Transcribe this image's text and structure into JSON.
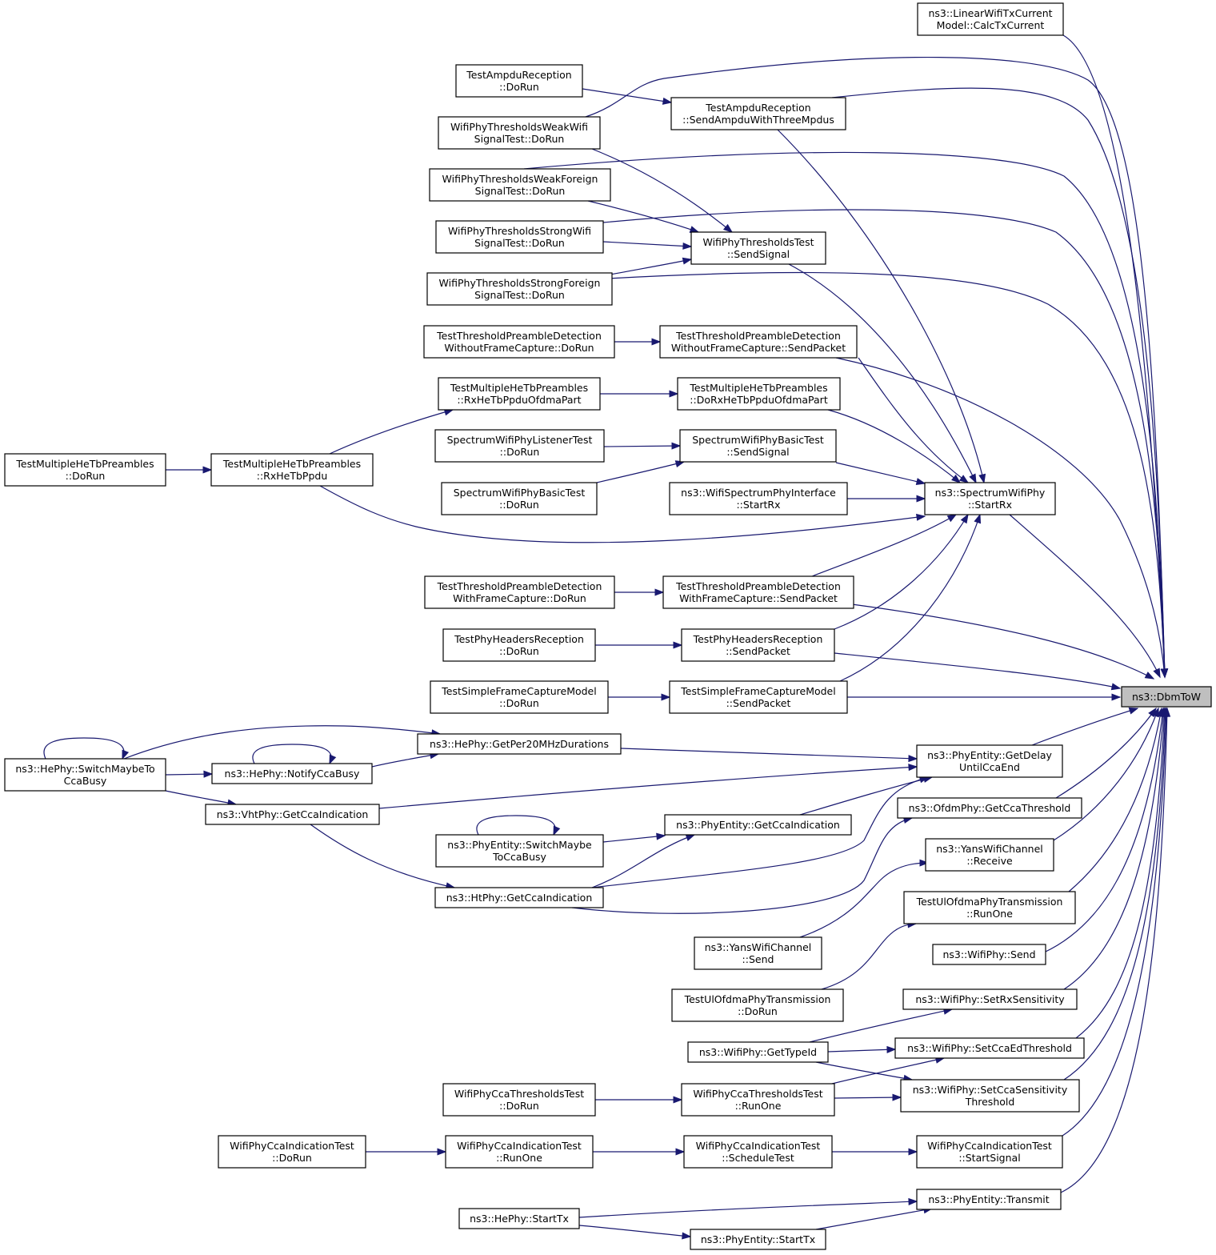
{
  "nodes": {
    "dbmtow": [
      "ns3::DbmToW"
    ],
    "linear": [
      "ns3::LinearWifiTxCurrent",
      "Model::CalcTxCurrent"
    ],
    "ampdu_dorun": [
      "TestAmpduReception",
      "::DoRun"
    ],
    "ampdu_send": [
      "TestAmpduReception",
      "::SendAmpduWithThreeMpdus"
    ],
    "weakwifi": [
      "WifiPhyThresholdsWeakWifi",
      "SignalTest::DoRun"
    ],
    "weakforeign": [
      "WifiPhyThresholdsWeakForeign",
      "SignalTest::DoRun"
    ],
    "strongwifi": [
      "WifiPhyThresholdsStrongWifi",
      "SignalTest::DoRun"
    ],
    "thresh_send": [
      "WifiPhyThresholdsTest",
      "::SendSignal"
    ],
    "strongforeign": [
      "WifiPhyThresholdsStrongForeign",
      "SignalTest::DoRun"
    ],
    "tpd_wo_dorun": [
      "TestThresholdPreambleDetection",
      "WithoutFrameCapture::DoRun"
    ],
    "tpd_wo_send": [
      "TestThresholdPreambleDetection",
      "WithoutFrameCapture::SendPacket"
    ],
    "mhtb_rxofdma": [
      "TestMultipleHeTbPreambles",
      "::RxHeTbPpduOfdmaPart"
    ],
    "mhtb_dorxofdma": [
      "TestMultipleHeTbPreambles",
      "::DoRxHeTbPpduOfdmaPart"
    ],
    "mhtb_dorun": [
      "TestMultipleHeTbPreambles",
      "::DoRun"
    ],
    "mhtb_rxppdu": [
      "TestMultipleHeTbPreambles",
      "::RxHeTbPpdu"
    ],
    "swp_listener": [
      "SpectrumWifiPhyListenerTest",
      "::DoRun"
    ],
    "swp_basic_send": [
      "SpectrumWifiPhyBasicTest",
      "::SendSignal"
    ],
    "swp_basic_dorun": [
      "SpectrumWifiPhyBasicTest",
      "::DoRun"
    ],
    "wspi_startrx": [
      "ns3::WifiSpectrumPhyInterface",
      "::StartRx"
    ],
    "swp_startrx": [
      "ns3::SpectrumWifiPhy",
      "::StartRx"
    ],
    "tpd_w_dorun": [
      "TestThresholdPreambleDetection",
      "WithFrameCapture::DoRun"
    ],
    "tpd_w_send": [
      "TestThresholdPreambleDetection",
      "WithFrameCapture::SendPacket"
    ],
    "phr_dorun": [
      "TestPhyHeadersReception",
      "::DoRun"
    ],
    "phr_send": [
      "TestPhyHeadersReception",
      "::SendPacket"
    ],
    "sfcm_dorun": [
      "TestSimpleFrameCaptureModel",
      "::DoRun"
    ],
    "sfcm_send": [
      "TestSimpleFrameCaptureModel",
      "::SendPacket"
    ],
    "hephy_switch": [
      "ns3::HePhy::SwitchMaybeTo",
      "CcaBusy"
    ],
    "hephy_per20": [
      "ns3::HePhy::GetPer20MHzDurations"
    ],
    "hephy_notify": [
      "ns3::HePhy::NotifyCcaBusy"
    ],
    "phyentity_delay": [
      "ns3::PhyEntity::GetDelay",
      "UntilCcaEnd"
    ],
    "vhtphy_cca": [
      "ns3::VhtPhy::GetCcaIndication"
    ],
    "ofdm_cca": [
      "ns3::OfdmPhy::GetCcaThreshold"
    ],
    "phyentity_cca": [
      "ns3::PhyEntity::GetCcaIndication"
    ],
    "phyentity_switch": [
      "ns3::PhyEntity::SwitchMaybe",
      "ToCcaBusy"
    ],
    "yans_receive": [
      "ns3::YansWifiChannel",
      "::Receive"
    ],
    "htphy_cca": [
      "ns3::HtPhy::GetCcaIndication"
    ],
    "ulofdma_runone": [
      "TestUlOfdmaPhyTransmission",
      "::RunOne"
    ],
    "yans_send": [
      "ns3::YansWifiChannel",
      "::Send"
    ],
    "wifiphy_send": [
      "ns3::WifiPhy::Send"
    ],
    "ulofdma_dorun": [
      "TestUlOfdmaPhyTransmission",
      "::DoRun"
    ],
    "set_rxsens": [
      "ns3::WifiPhy::SetRxSensitivity"
    ],
    "gettypeid": [
      "ns3::WifiPhy::GetTypeId"
    ],
    "set_ccaed": [
      "ns3::WifiPhy::SetCcaEdThreshold"
    ],
    "cca_thr_dorun": [
      "WifiPhyCcaThresholdsTest",
      "::DoRun"
    ],
    "cca_thr_runone": [
      "WifiPhyCcaThresholdsTest",
      "::RunOne"
    ],
    "set_ccasens": [
      "ns3::WifiPhy::SetCcaSensitivity",
      "Threshold"
    ],
    "ccaind_dorun": [
      "WifiPhyCcaIndicationTest",
      "::DoRun"
    ],
    "ccaind_runone": [
      "WifiPhyCcaIndicationTest",
      "::RunOne"
    ],
    "ccaind_sched": [
      "WifiPhyCcaIndicationTest",
      "::ScheduleTest"
    ],
    "ccaind_start": [
      "WifiPhyCcaIndicationTest",
      "::StartSignal"
    ],
    "phyentity_tx": [
      "ns3::PhyEntity::Transmit"
    ],
    "hephy_starttx": [
      "ns3::HePhy::StartTx"
    ],
    "phyentity_starttx": [
      "ns3::PhyEntity::StartTx"
    ]
  },
  "edges": [
    [
      "linear",
      "dbmtow"
    ],
    [
      "weakwifi",
      "dbmtow"
    ],
    [
      "ampdu_send",
      "dbmtow"
    ],
    [
      "weakforeign",
      "dbmtow"
    ],
    [
      "strongwifi",
      "dbmtow"
    ],
    [
      "strongforeign",
      "dbmtow"
    ],
    [
      "tpd_wo_send",
      "dbmtow"
    ],
    [
      "swp_startrx",
      "dbmtow"
    ],
    [
      "tpd_w_send",
      "dbmtow"
    ],
    [
      "phr_send",
      "dbmtow"
    ],
    [
      "sfcm_send",
      "dbmtow"
    ],
    [
      "phyentity_delay",
      "dbmtow"
    ],
    [
      "ofdm_cca",
      "dbmtow"
    ],
    [
      "yans_receive",
      "dbmtow"
    ],
    [
      "ulofdma_runone",
      "dbmtow"
    ],
    [
      "wifiphy_send",
      "dbmtow"
    ],
    [
      "set_rxsens",
      "dbmtow"
    ],
    [
      "set_ccaed",
      "dbmtow"
    ],
    [
      "set_ccasens",
      "dbmtow"
    ],
    [
      "ccaind_start",
      "dbmtow"
    ],
    [
      "phyentity_tx",
      "dbmtow"
    ],
    [
      "ampdu_dorun",
      "ampdu_send"
    ],
    [
      "weakwifi",
      "thresh_send"
    ],
    [
      "weakforeign",
      "thresh_send"
    ],
    [
      "strongwifi",
      "thresh_send"
    ],
    [
      "strongforeign",
      "thresh_send"
    ],
    [
      "tpd_wo_dorun",
      "tpd_wo_send"
    ],
    [
      "mhtb_rxofdma",
      "mhtb_dorxofdma"
    ],
    [
      "mhtb_dorun",
      "mhtb_rxppdu"
    ],
    [
      "mhtb_rxppdu",
      "mhtb_rxofdma"
    ],
    [
      "swp_listener",
      "swp_basic_send"
    ],
    [
      "swp_basic_dorun",
      "swp_basic_send"
    ],
    [
      "ampdu_send",
      "swp_startrx"
    ],
    [
      "thresh_send",
      "swp_startrx"
    ],
    [
      "tpd_wo_send",
      "swp_startrx"
    ],
    [
      "mhtb_dorxofdma",
      "swp_startrx"
    ],
    [
      "swp_basic_send",
      "swp_startrx"
    ],
    [
      "wspi_startrx",
      "swp_startrx"
    ],
    [
      "mhtb_rxppdu",
      "swp_startrx"
    ],
    [
      "tpd_w_send",
      "swp_startrx"
    ],
    [
      "phr_send",
      "swp_startrx"
    ],
    [
      "sfcm_send",
      "swp_startrx"
    ],
    [
      "tpd_w_dorun",
      "tpd_w_send"
    ],
    [
      "phr_dorun",
      "phr_send"
    ],
    [
      "sfcm_dorun",
      "sfcm_send"
    ],
    [
      "hephy_switch",
      "hephy_switch"
    ],
    [
      "hephy_switch",
      "hephy_per20"
    ],
    [
      "hephy_switch",
      "hephy_notify"
    ],
    [
      "hephy_switch",
      "vhtphy_cca"
    ],
    [
      "hephy_notify",
      "hephy_notify"
    ],
    [
      "hephy_notify",
      "hephy_per20"
    ],
    [
      "hephy_per20",
      "phyentity_delay"
    ],
    [
      "vhtphy_cca",
      "phyentity_delay"
    ],
    [
      "phyentity_cca",
      "phyentity_delay"
    ],
    [
      "htphy_cca",
      "phyentity_delay"
    ],
    [
      "vhtphy_cca",
      "htphy_cca"
    ],
    [
      "phyentity_switch",
      "phyentity_switch"
    ],
    [
      "phyentity_switch",
      "phyentity_cca"
    ],
    [
      "htphy_cca",
      "phyentity_cca"
    ],
    [
      "htphy_cca",
      "ofdm_cca"
    ],
    [
      "yans_send",
      "yans_receive"
    ],
    [
      "ulofdma_dorun",
      "ulofdma_runone"
    ],
    [
      "gettypeid",
      "set_rxsens"
    ],
    [
      "gettypeid",
      "set_ccaed"
    ],
    [
      "gettypeid",
      "set_ccasens"
    ],
    [
      "cca_thr_dorun",
      "cca_thr_runone"
    ],
    [
      "cca_thr_runone",
      "set_ccaed"
    ],
    [
      "cca_thr_runone",
      "set_ccasens"
    ],
    [
      "ccaind_dorun",
      "ccaind_runone"
    ],
    [
      "ccaind_runone",
      "ccaind_sched"
    ],
    [
      "ccaind_sched",
      "ccaind_start"
    ],
    [
      "hephy_starttx",
      "phyentity_tx"
    ],
    [
      "hephy_starttx",
      "phyentity_starttx"
    ],
    [
      "phyentity_starttx",
      "phyentity_tx"
    ]
  ]
}
